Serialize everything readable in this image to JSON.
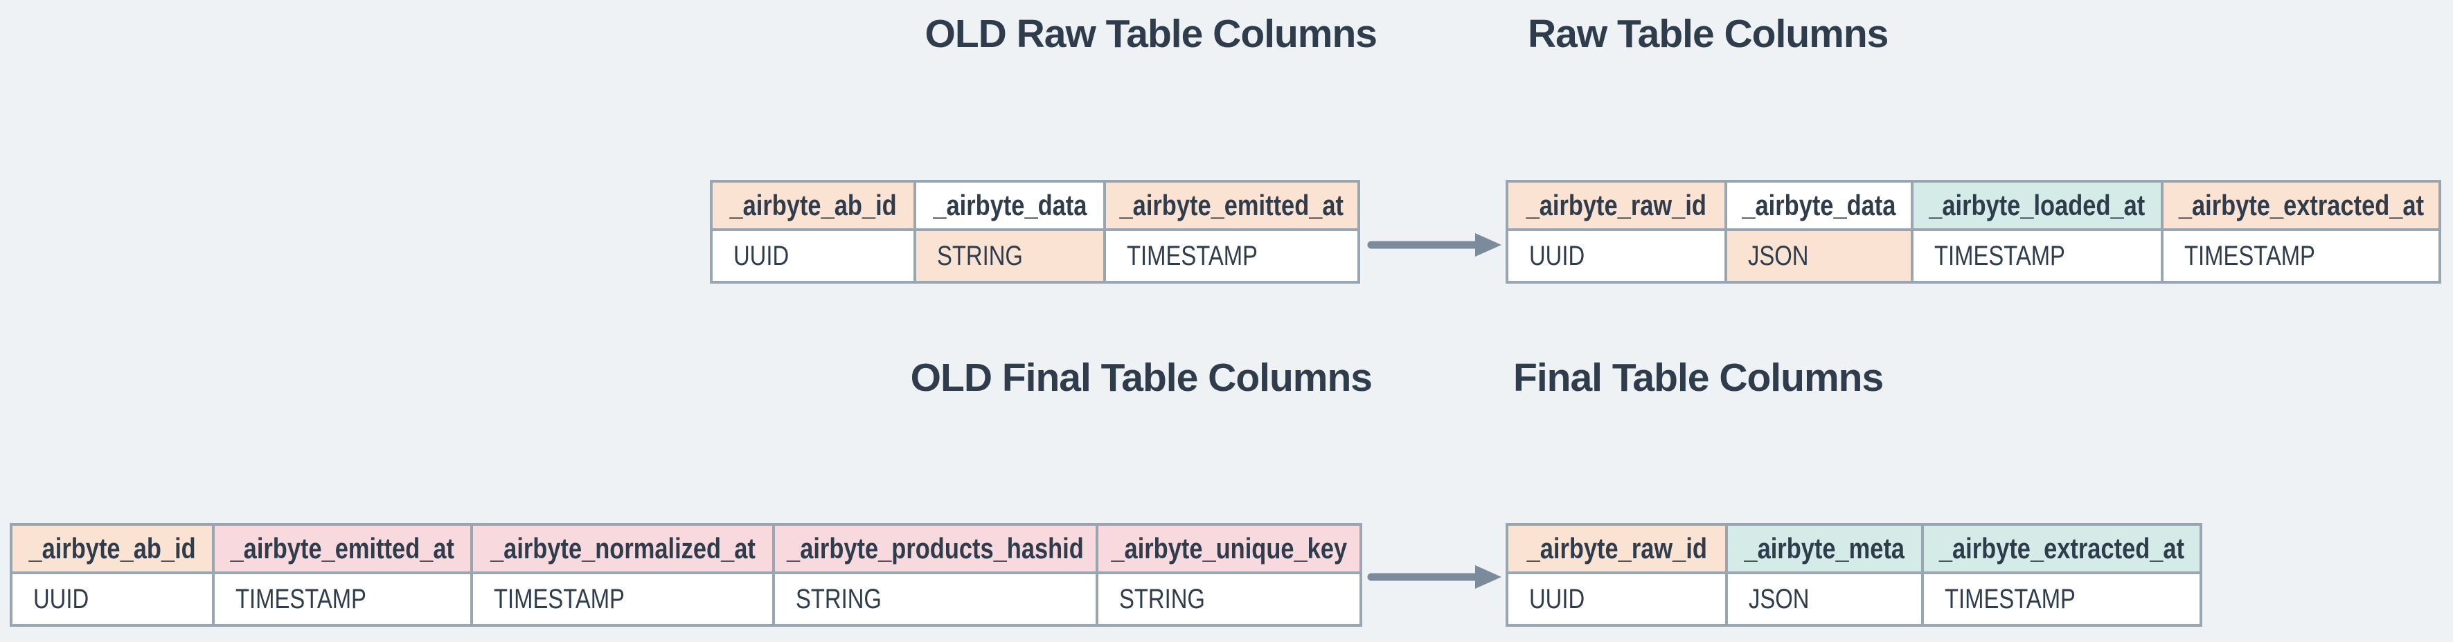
{
  "titles": {
    "old_raw": "OLD Raw Table Columns",
    "raw": "Raw Table Columns",
    "old_final": "OLD Final Table Columns",
    "final": "Final Table Columns"
  },
  "tables": {
    "old_raw": {
      "columns": [
        {
          "name": "_airbyte_ab_id",
          "type": "UUID"
        },
        {
          "name": "_airbyte_data",
          "type": "STRING"
        },
        {
          "name": "_airbyte_emitted_at",
          "type": "TIMESTAMP"
        }
      ]
    },
    "raw": {
      "columns": [
        {
          "name": "_airbyte_raw_id",
          "type": "UUID"
        },
        {
          "name": "_airbyte_data",
          "type": "JSON"
        },
        {
          "name": "_airbyte_loaded_at",
          "type": "TIMESTAMP"
        },
        {
          "name": "_airbyte_extracted_at",
          "type": "TIMESTAMP"
        }
      ]
    },
    "old_final": {
      "columns": [
        {
          "name": "_airbyte_ab_id",
          "type": "UUID"
        },
        {
          "name": "_airbyte_emitted_at",
          "type": "TIMESTAMP"
        },
        {
          "name": "_airbyte_normalized_at",
          "type": "TIMESTAMP"
        },
        {
          "name": "_airbyte_products_hashid",
          "type": "STRING"
        },
        {
          "name": "_airbyte_unique_key",
          "type": "STRING"
        }
      ]
    },
    "final": {
      "columns": [
        {
          "name": "_airbyte_raw_id",
          "type": "UUID"
        },
        {
          "name": "_airbyte_meta",
          "type": "JSON"
        },
        {
          "name": "_airbyte_extracted_at",
          "type": "TIMESTAMP"
        }
      ]
    }
  },
  "colors": {
    "background": "#eef2f5",
    "table_border": "#98a6b1",
    "header_peach": "#fbe3d3",
    "header_pink": "#f8d9dd",
    "header_teal": "#d4ebe7",
    "cell_white": "#ffffff",
    "arrow": "#7b8b9b",
    "text": "#2e3c4b"
  }
}
